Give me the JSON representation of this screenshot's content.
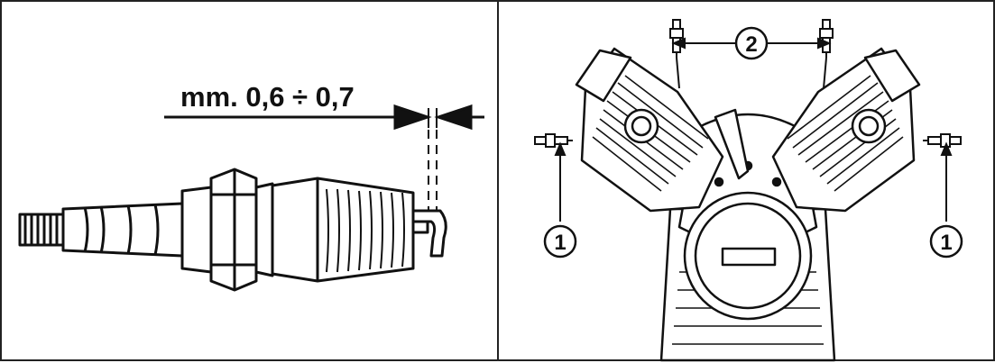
{
  "gap_label": "mm. 0,6 ÷ 0,7",
  "callouts": {
    "spark_plug_top": "2",
    "spark_plug_left": "1",
    "spark_plug_right": "1"
  },
  "colors": {
    "ink": "#111111",
    "paper": "#ffffff"
  }
}
